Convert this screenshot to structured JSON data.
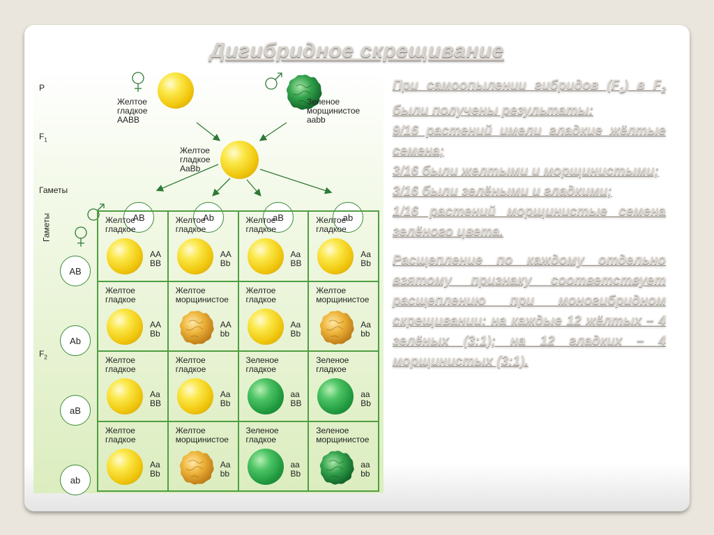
{
  "title": "Дигибридное скрещивание",
  "figure": {
    "row_labels": {
      "p": "P",
      "f1": "F",
      "f1_sub": "1",
      "gametes": "Гаметы",
      "gametes_vertical": "Гаметы",
      "f2": "F",
      "f2_sub": "2"
    },
    "parent_female": "Желтое\nгладкое\nAABB",
    "parent_male": "Зеленое\nморщинистое\naabb",
    "hybrid": "Желтое\nгладкое\nAaBb",
    "male_gametes": [
      "AB",
      "Ab",
      "aB",
      "ab"
    ],
    "female_gametes": [
      "AB",
      "Ab",
      "aB",
      "ab"
    ],
    "punnett": [
      [
        {
          "name": "Желтое\nгладкое",
          "genotype": "AA\nBB",
          "type": "yellow-round"
        },
        {
          "name": "Желтое\nгладкое",
          "genotype": "AA\nBb",
          "type": "yellow-round"
        },
        {
          "name": "Желтое\nгладкое",
          "genotype": "Aa\nBB",
          "type": "yellow-round"
        },
        {
          "name": "Желтое\nгладкое",
          "genotype": "Aa\nBb",
          "type": "yellow-round"
        }
      ],
      [
        {
          "name": "Желтое\nгладкое",
          "genotype": "AA\nBb",
          "type": "yellow-round"
        },
        {
          "name": "Желтое\nморщинистое",
          "genotype": "AA\nbb",
          "type": "yellow-wrinkled"
        },
        {
          "name": "Желтое\nгладкое",
          "genotype": "Aa\nBb",
          "type": "yellow-round"
        },
        {
          "name": "Желтое\nморщинистое",
          "genotype": "Aa\nbb",
          "type": "yellow-wrinkled"
        }
      ],
      [
        {
          "name": "Желтое\nгладкое",
          "genotype": "Aa\nBB",
          "type": "yellow-round"
        },
        {
          "name": "Желтое\nгладкое",
          "genotype": "Aa\nBb",
          "type": "yellow-round"
        },
        {
          "name": "Зеленое\nгладкое",
          "genotype": "aa\nBB",
          "type": "green-round"
        },
        {
          "name": "Зеленое\nгладкое",
          "genotype": "aa\nBb",
          "type": "green-round"
        }
      ],
      [
        {
          "name": "Желтое\nгладкое",
          "genotype": "Aa\nBb",
          "type": "yellow-round"
        },
        {
          "name": "Желтое\nморщинистое",
          "genotype": "Aa\nbb",
          "type": "yellow-wrinkled"
        },
        {
          "name": "Зеленое\nгладкое",
          "genotype": "aa\nBb",
          "type": "green-round"
        },
        {
          "name": "Зеленое\nморщинистое",
          "genotype": "aa\nbb",
          "type": "green-wrinkled"
        }
      ]
    ]
  },
  "text": {
    "p1_a": " При самоопылении гибридов (F",
    "p1_sub1": "1",
    "p1_b": ") в F",
    "p1_sub2": "2",
    "p1_c": " были получены результаты:",
    "l1": "9/16 растений имели гладкие жёлтые семена;",
    "l2": "3/16 были желтыми и морщинистыми;",
    "l3": "3/16 были зелёными и гладкими;",
    "l4": "1/16 растений морщинистые семена зелёного цвета.",
    "p2": "Расщепление по каждому отдельно взятому признаку соответствует расщеплению при моногибридном скрещивании: на каждые 12 жёлтых – 4 зелёных (3:1); на 12 гладких – 4 морщинистых (3:1)."
  }
}
